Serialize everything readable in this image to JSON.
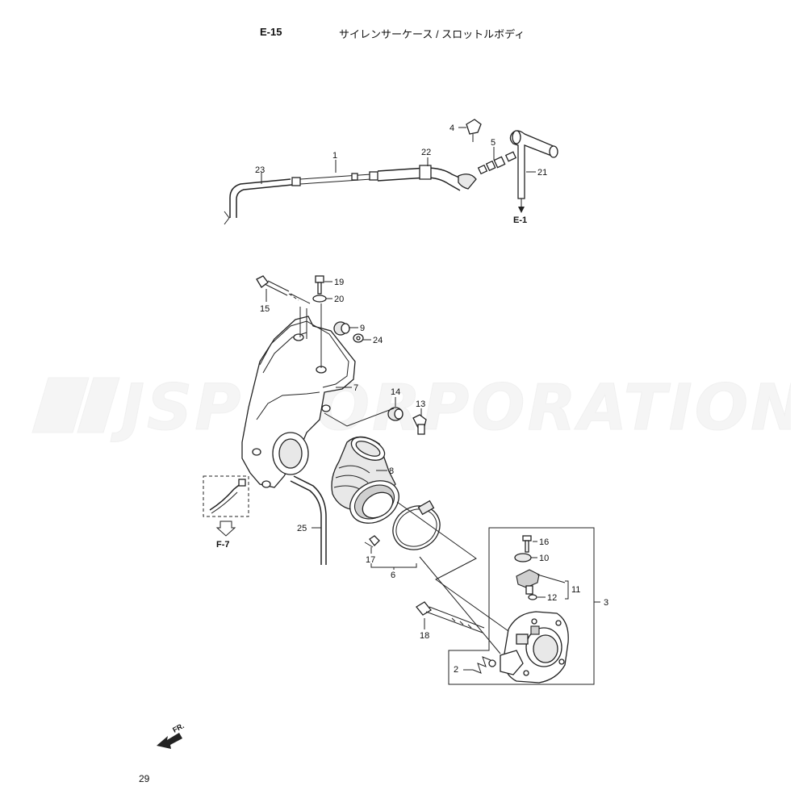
{
  "header": {
    "sheet_code": "E-15",
    "sheet_title": "サイレンサーケース / スロットルボディ"
  },
  "watermark": {
    "text": "JSP CORPORATION"
  },
  "page_number": "29",
  "direction_marker": {
    "label": "FR."
  },
  "references": {
    "upper": "E-1",
    "lower": "F-7"
  },
  "callouts": {
    "c1": "1",
    "c2": "2",
    "c3": "3",
    "c4": "4",
    "c5": "5",
    "c6": "6",
    "c7": "7",
    "c8": "8",
    "c9": "9",
    "c10": "10",
    "c11": "11",
    "c12": "12",
    "c13": "13",
    "c14": "14",
    "c15": "15",
    "c16": "16",
    "c17": "17",
    "c18": "18",
    "c19": "19",
    "c20": "20",
    "c21": "21",
    "c22": "22",
    "c23": "23",
    "c24": "24",
    "c25": "25"
  },
  "colors": {
    "line": "#222222",
    "watermark": "#d4d4d4",
    "background": "#ffffff"
  }
}
